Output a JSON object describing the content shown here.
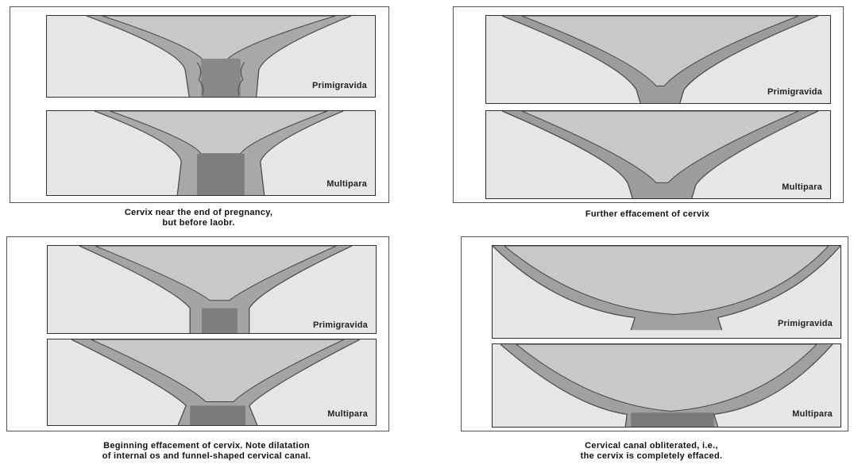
{
  "panels": [
    {
      "caption_line1": "Cervix  near the end of pregnancy,",
      "caption_line2": "but before laobr.",
      "top_label": "Primigravida",
      "bottom_label": "Multipara"
    },
    {
      "caption_line1": "Further effacement of cervix",
      "caption_line2": "",
      "top_label": "Primigravida",
      "bottom_label": "Multipara"
    },
    {
      "caption_line1": "Beginning effacement of cervix. Note dilatation",
      "caption_line2": "of internal os and funnel-shaped cervical canal.",
      "top_label": "Primigravida",
      "bottom_label": "Multipara"
    },
    {
      "caption_line1": "Cervical canal obliterated, i.e.,",
      "caption_line2": "the cervix is completely effaced.",
      "top_label": "Primigravida",
      "bottom_label": "Multipara"
    }
  ]
}
